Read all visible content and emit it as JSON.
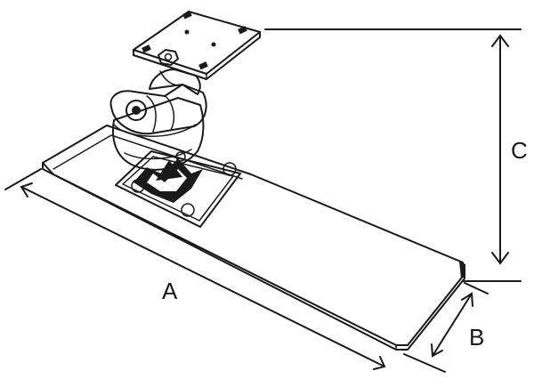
{
  "diagram": {
    "labels": {
      "length": "A",
      "width": "B",
      "height": "C"
    }
  }
}
